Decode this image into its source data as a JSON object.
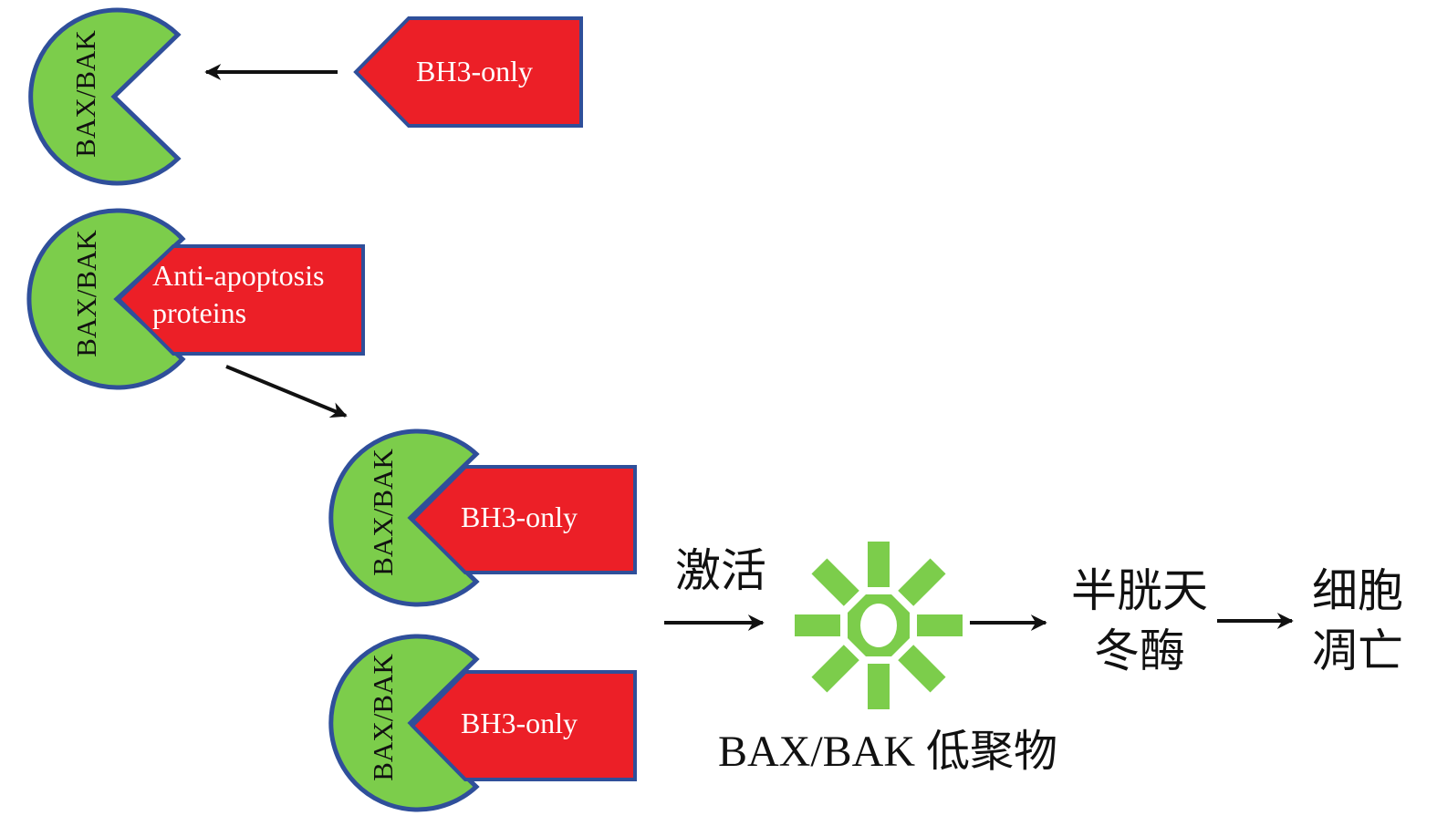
{
  "colors": {
    "protein_fill": "#7ccd4b",
    "protein_outline": "#2f4f9a",
    "ligand_fill": "#ec1f27",
    "arrow": "#111111"
  },
  "labels": {
    "bax_bak": "BAX/BAK",
    "bh3_only": "BH3-only",
    "anti_apoptosis_line1": "Anti-apoptosis",
    "anti_apoptosis_line2": "proteins",
    "activation": "激活",
    "oligomer": "BAX/BAK 低聚物",
    "caspase_line1": "半胱天",
    "caspase_line2": "冬酶",
    "apoptosis_line1": "细胞",
    "apoptosis_line2": "凋亡"
  }
}
